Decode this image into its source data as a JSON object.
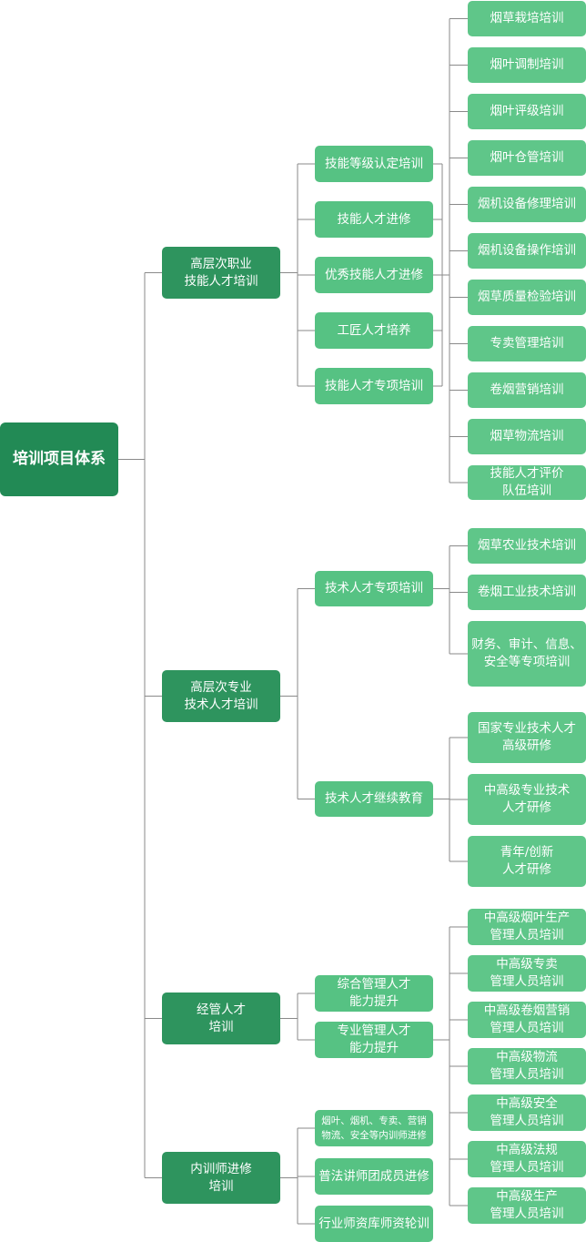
{
  "root": {
    "label": "培训项目体系"
  },
  "branches": [
    {
      "label": "高层次职业\n技能人才培训",
      "children": [
        {
          "label": "技能等级认定培训"
        },
        {
          "label": "技能人才进修"
        },
        {
          "label": "优秀技能人才进修"
        },
        {
          "label": "工匠人才培养"
        },
        {
          "label": "技能人才专项培训"
        }
      ],
      "leaves": [
        {
          "label": "烟草栽培培训"
        },
        {
          "label": "烟叶调制培训"
        },
        {
          "label": "烟叶评级培训"
        },
        {
          "label": "烟叶仓管培训"
        },
        {
          "label": "烟机设备修理培训"
        },
        {
          "label": "烟机设备操作培训"
        },
        {
          "label": "烟草质量检验培训"
        },
        {
          "label": "专卖管理培训"
        },
        {
          "label": "卷烟营销培训"
        },
        {
          "label": "烟草物流培训"
        },
        {
          "label": "技能人才评价\n队伍培训"
        }
      ]
    },
    {
      "label": "高层次专业\n技术人才培训",
      "children": [
        {
          "label": "技术人才专项培训",
          "leaves": [
            {
              "label": "烟草农业技术培训"
            },
            {
              "label": "卷烟工业技术培训"
            },
            {
              "label": "财务、审计、信息、\n安全等专项培训"
            }
          ]
        },
        {
          "label": "技术人才继续教育",
          "leaves": [
            {
              "label": "国家专业技术人才\n高级研修"
            },
            {
              "label": "中高级专业技术\n人才研修"
            },
            {
              "label": "青年/创新\n人才研修"
            }
          ]
        }
      ]
    },
    {
      "label": "经管人才\n培训",
      "children": [
        {
          "label": "综合管理人才\n能力提升"
        },
        {
          "label": "专业管理人才\n能力提升"
        }
      ],
      "leaves": [
        {
          "label": "中高级烟叶生产\n管理人员培训"
        },
        {
          "label": "中高级专卖\n管理人员培训"
        },
        {
          "label": "中高级卷烟营销\n管理人员培训"
        },
        {
          "label": "中高级物流\n管理人员培训"
        },
        {
          "label": "中高级安全\n管理人员培训"
        },
        {
          "label": "中高级法规\n管理人员培训"
        },
        {
          "label": "中高级生产\n管理人员培训"
        }
      ]
    },
    {
      "label": "内训师进修\n培训",
      "children": [
        {
          "label": "烟叶、烟机、专卖、营销\n物流、安全等内训师进修"
        },
        {
          "label": "普法讲师团成员进修"
        },
        {
          "label": "行业师资库师资轮训"
        }
      ]
    }
  ]
}
